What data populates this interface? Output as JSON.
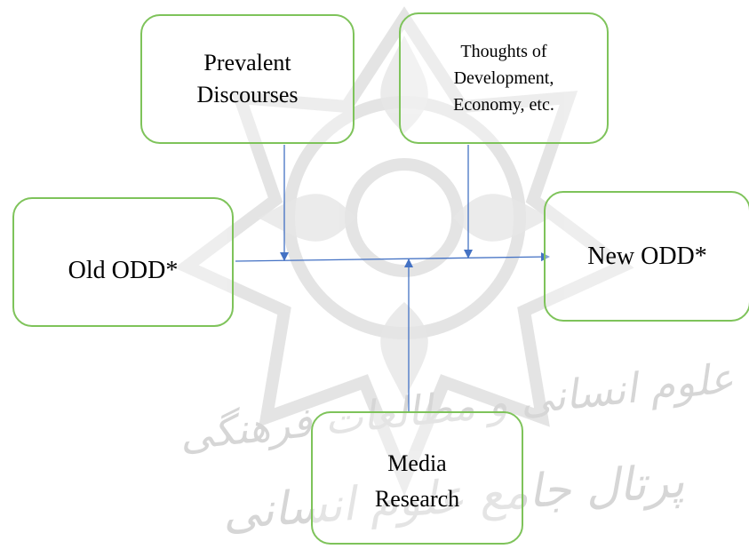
{
  "nodes": {
    "prevalent_discourses": {
      "line1": "Prevalent",
      "line2": "Discourses"
    },
    "thoughts": {
      "line1": "Thoughts of",
      "line2": "Development,",
      "line3": "Economy, etc."
    },
    "old_odd": {
      "label": "Old ODD*"
    },
    "new_odd": {
      "label": "New ODD*"
    },
    "media_research": {
      "line1": "Media",
      "line2": "Research"
    }
  },
  "colors": {
    "box_border": "#7ec35a",
    "arrow": "#4472c4",
    "watermark": "#d6d6d6"
  },
  "watermark": {
    "line1": "پژوهشگاه علوم انسانی و مطالعات فرهنگی",
    "line2": "پرتال جامع علوم انسانی"
  }
}
